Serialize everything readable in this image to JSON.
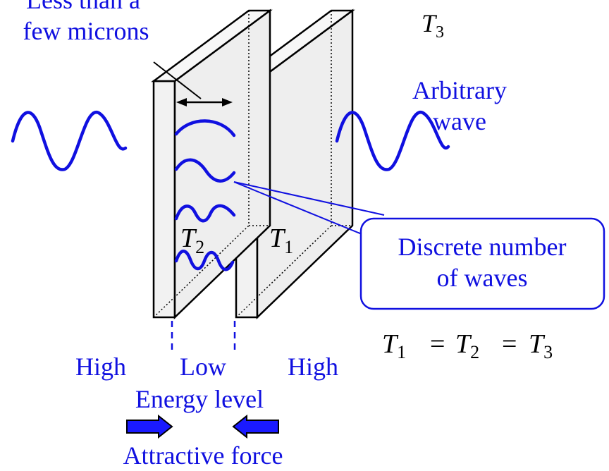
{
  "annotations": {
    "gap_label_line1": "Less than a",
    "gap_label_line2": "few microns",
    "wave_label_line1": "Arbitrary",
    "wave_label_line2": "wave",
    "callout_line1": "Discrete number",
    "callout_line2": "of waves"
  },
  "temperatures": {
    "outside": {
      "symbol": "T",
      "sub": "3"
    },
    "gap": {
      "symbol": "T",
      "sub": "2"
    },
    "plate": {
      "symbol": "T",
      "sub": "1"
    },
    "equation": {
      "lhs": {
        "symbol": "T",
        "sub": "1"
      },
      "mid": {
        "symbol": "T",
        "sub": "2"
      },
      "rhs": {
        "symbol": "T",
        "sub": "3"
      },
      "eq": "="
    }
  },
  "energy": {
    "left": "High",
    "middle": "Low",
    "right": "High",
    "caption": "Energy level"
  },
  "force": {
    "caption": "Attractive force"
  },
  "colors": {
    "wave": "#1010e0",
    "text": "#1010e0",
    "arrow_fill": "#1a1aff",
    "plate_fill": "#f2f2f2",
    "plate_stroke": "#000000"
  }
}
